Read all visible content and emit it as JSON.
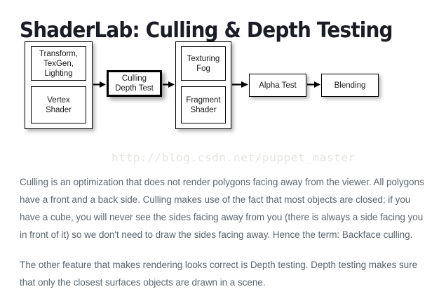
{
  "page": {
    "title": "ShaderLab: Culling & Depth Testing",
    "background_color": "#ffffff",
    "title_color": "#1b1d26",
    "body_text_color": "#5b6670",
    "watermark_color": "#e6e5e1"
  },
  "watermark": {
    "text": "http://blog.csdn.net/puppet_master"
  },
  "diagram": {
    "type": "flowchart",
    "orientation": "left-to-right",
    "groups": [
      {
        "id": "vertex-stage",
        "nodes": [
          {
            "id": "transform",
            "label": "Transform,\nTexGen,\nLighting"
          },
          {
            "id": "vertex-shader",
            "label": "Vertex\nShader"
          }
        ]
      },
      {
        "id": "fragment-stage",
        "nodes": [
          {
            "id": "texturing",
            "label": "Texturing\nFog"
          },
          {
            "id": "fragment-shader",
            "label": "Fragment\nShader"
          }
        ]
      }
    ],
    "nodes": [
      {
        "id": "culling",
        "label": "Culling\nDepth Test",
        "emphasized": true
      },
      {
        "id": "alpha-test",
        "label": "Alpha Test",
        "emphasized": false
      },
      {
        "id": "blending",
        "label": "Blending",
        "emphasized": false
      }
    ],
    "arrows": [
      {
        "id": "arrow-1",
        "from": "vertex-stage",
        "to": "culling"
      },
      {
        "id": "arrow-2",
        "from": "culling",
        "to": "fragment-stage"
      },
      {
        "id": "arrow-3",
        "from": "fragment-stage",
        "to": "alpha-test"
      },
      {
        "id": "arrow-4",
        "from": "alpha-test",
        "to": "blending"
      }
    ]
  },
  "paragraphs": [
    "Culling is an optimization that does not render polygons facing away from the viewer. All polygons have a front and a back side. Culling makes use of the fact that most objects are closed; if you have a cube, you will never see the sides facing away from you (there is always a side facing you in front of it) so we don't need to draw the sides facing away. Hence the term: Backface culling.",
    "The other feature that makes rendering looks correct is Depth testing. Depth testing makes sure that only the closest surfaces objects are drawn in a scene."
  ]
}
